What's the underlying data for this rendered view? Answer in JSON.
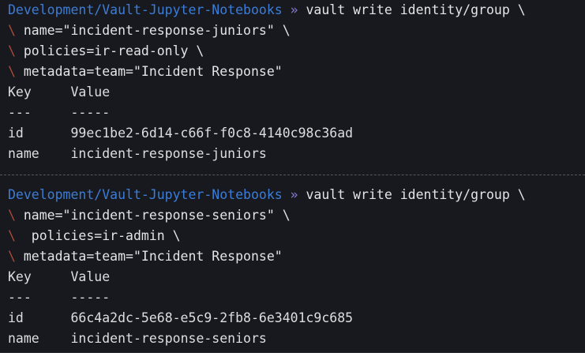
{
  "terminal": {
    "background_color": "#17191e",
    "prompt_path_color": "#3b7dd8",
    "prompt_separator_color": "#8a7ad6",
    "text_color": "#e2e4e7",
    "continuation_slash_color": "#ad4b3c",
    "divider_color": "#54585f"
  },
  "blocks": [
    {
      "prompt": {
        "path": "Development/Vault-Jupyter-Notebooks",
        "separator": "»",
        "command": "vault write identity/group \\"
      },
      "continuation_lines": [
        {
          "slash": "\\",
          "text": " name=\"incident-response-juniors\" \\"
        },
        {
          "slash": "\\",
          "text": " policies=ir-read-only \\"
        },
        {
          "slash": "\\",
          "text": " metadata=team=\"Incident Response\""
        }
      ],
      "output": {
        "header_key": "Key",
        "header_value": "Value",
        "rule_key": "---",
        "rule_value": "-----",
        "rows": [
          {
            "key": "id",
            "value": "99ec1be2-6d14-c66f-f0c8-4140c98c36ad"
          },
          {
            "key": "name",
            "value": "incident-response-juniors"
          }
        ]
      }
    },
    {
      "prompt": {
        "path": "Development/Vault-Jupyter-Notebooks",
        "separator": "»",
        "command": "vault write identity/group \\"
      },
      "continuation_lines": [
        {
          "slash": "\\",
          "text": " name=\"incident-response-seniors\" \\"
        },
        {
          "slash": "\\",
          "text": "  policies=ir-admin \\"
        },
        {
          "slash": "\\",
          "text": " metadata=team=\"Incident Response\""
        }
      ],
      "output": {
        "header_key": "Key",
        "header_value": "Value",
        "rule_key": "---",
        "rule_value": "-----",
        "rows": [
          {
            "key": "id",
            "value": "66c4a2dc-5e68-e5c9-2fb8-6e3401c9c685"
          },
          {
            "key": "name",
            "value": "incident-response-seniors"
          }
        ]
      }
    }
  ]
}
